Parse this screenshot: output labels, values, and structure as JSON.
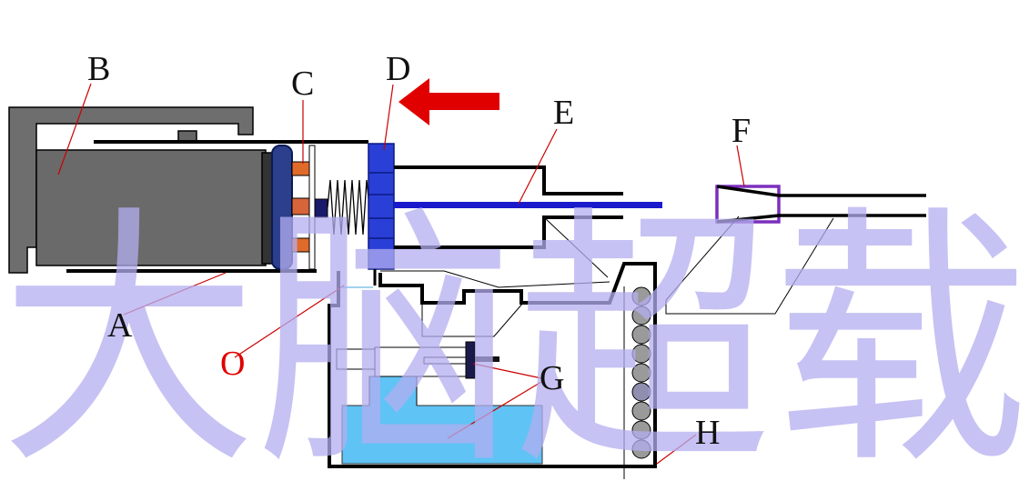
{
  "watermark": "大脑超载",
  "labels": {
    "A": "A",
    "B": "B",
    "C": "C",
    "D": "D",
    "E": "E",
    "F": "F",
    "G": "G",
    "H": "H",
    "O": "O"
  },
  "colors": {
    "background": "#ffffff",
    "outline": "#000000",
    "housing": "#6e6e6e",
    "housing_dark": "#555555",
    "coil_face": "#2b3f8c",
    "contact": "#e06a2a",
    "disc": "#2a3fd6",
    "rod": "#1a1acc",
    "arrow": "#e00000",
    "sleeve": "#7b2fbe",
    "liquid": "#5fc3f5",
    "balls": "#9a9a9a",
    "watermark": "#b4aef0",
    "leader": "#cc0000"
  }
}
